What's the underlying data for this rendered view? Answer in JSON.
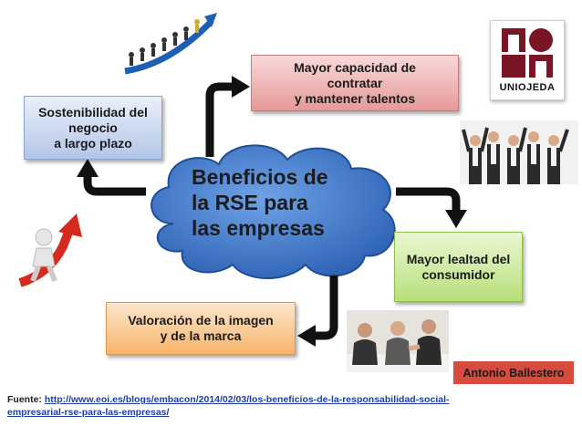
{
  "center": {
    "title": "Beneficios de\nla RSE para\nlas empresas"
  },
  "boxes": {
    "talent": "Mayor capacidad de\ncontratar\ny mantener talentos",
    "sustain": "Sostenibilidad del\nnegocio\na largo plazo",
    "loyalty": "Mayor lealtad del\nconsumidor",
    "image": "Valoración de la imagen\ny de la marca"
  },
  "logo": {
    "text": "UNIOJEDA"
  },
  "author": "Antonio Ballestero",
  "source": {
    "label": "Fuente: ",
    "url": "http://www.eoi.es/blogs/embacon/2014/02/03/los-beneficios-de-la-responsabilidad-social-empresarial-rse-para-las-empresas/"
  },
  "colors": {
    "cloud": "#3f78c9",
    "arrow": "#111111",
    "growth_arrow": "#d62a1f",
    "author_bg": "#d74a3e"
  }
}
